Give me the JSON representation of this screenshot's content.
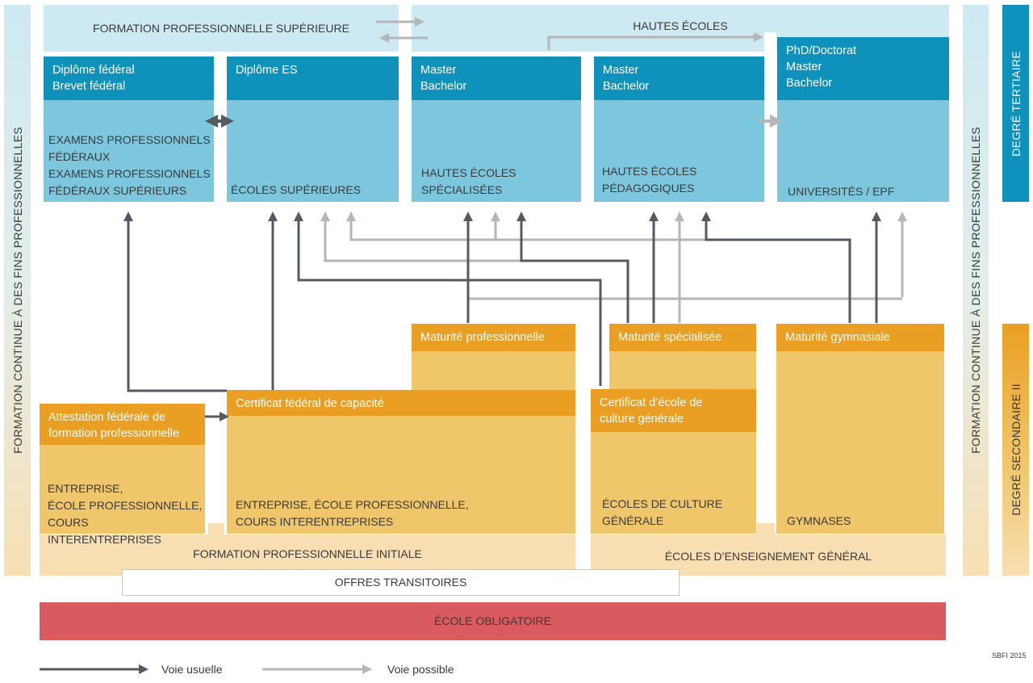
{
  "colors": {
    "tertiary_light": "#cde9f2",
    "tertiary_mid": "#7dc7de",
    "tertiary_dark": "#0e91bb",
    "secondary_light": "#f8dfb3",
    "secondary_mid": "#f0c66a",
    "secondary_dark": "#ea9f22",
    "compulsory": "#d95b5f",
    "arrow_usual": "#555a60",
    "arrow_possible": "#b4b6b8"
  },
  "side": {
    "left_label": "FORMATION CONTINUE À DES FINS PROFESSIONNELLES",
    "right_label": "FORMATION CONTINUE À DES FINS PROFESSIONNELLES",
    "tertiary_label": "DEGRÉ TERTIAIRE",
    "secondary_label": "DEGRÉ SECONDAIRE II"
  },
  "tertiary": {
    "hps_header": "FORMATION PROFESSIONNELLE SUPÉRIEURE",
    "he_header": "HAUTES ÉCOLES",
    "boxes": [
      {
        "header": [
          "Diplôme fédéral",
          "Brevet fédéral"
        ],
        "body": [
          "EXAMENS PROFESSIONNELS",
          "FÉDÉRAUX",
          "EXAMENS PROFESSIONNELS",
          "FÉDÉRAUX SUPÉRIEURS"
        ]
      },
      {
        "header": [
          "Diplôme ES"
        ],
        "body": [
          "ÉCOLES SUPÉRIEURES"
        ]
      },
      {
        "header": [
          "Master",
          "Bachelor"
        ],
        "body": [
          "HAUTES ÉCOLES",
          "SPÉCIALISÉES"
        ]
      },
      {
        "header": [
          "Master",
          "Bachelor"
        ],
        "body": [
          "HAUTES ÉCOLES",
          "PÉDAGOGIQUES"
        ]
      },
      {
        "header": [
          "PhD/Doctorat",
          "Master",
          "Bachelor"
        ],
        "body": [
          "UNIVERSITÉS / EPF"
        ]
      }
    ]
  },
  "secondary": {
    "attestation": {
      "header": [
        "Attestation fédérale de",
        "formation professionnelle"
      ],
      "body": [
        "ENTREPRISE,",
        "ÉCOLE PROFESSIONNELLE,",
        "COURS INTERENTREPRISES"
      ]
    },
    "cfc": {
      "header": [
        "Certificat fédéral de capacité"
      ],
      "body": [
        "ENTREPRISE, ÉCOLE PROFESSIONNELLE,",
        "COURS INTERENTREPRISES"
      ]
    },
    "mat_pro": "Maturité professionnelle",
    "mat_spec": "Maturité spécialisée",
    "ecg": {
      "header": [
        "Certificat d’école de",
        "culture générale"
      ],
      "body": [
        "ÉCOLES DE CULTURE",
        "GÉNÉRALE"
      ]
    },
    "mat_gym": "Maturité gymnasiale",
    "gym_body": "GYMNASES",
    "fpi_label": "FORMATION PROFESSIONNELLE INITIALE",
    "eeg_label": "ÉCOLES D’ENSEIGNEMENT GÉNÉRAL",
    "transitional": "OFFRES TRANSITOIRES",
    "compulsory": "ÉCOLE OBLIGATOIRE"
  },
  "legend": {
    "usual": "Voie usuelle",
    "possible": "Voie possible",
    "source": "SBFI 2015"
  }
}
